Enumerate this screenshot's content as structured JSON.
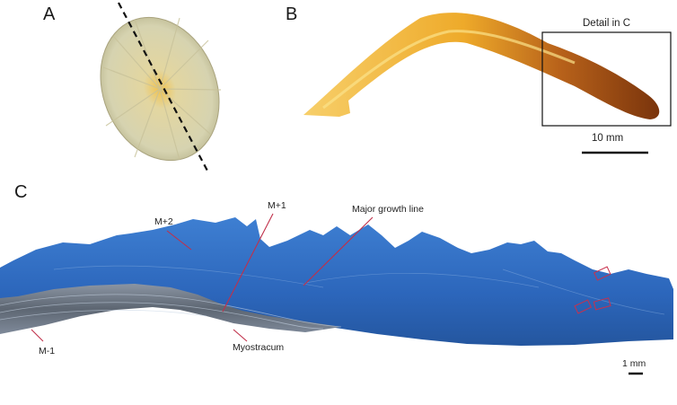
{
  "figure": {
    "panels": [
      {
        "id": "A",
        "label": "A",
        "description": "Limpet shell, top view, with dashed sectioning line"
      },
      {
        "id": "B",
        "label": "B",
        "description": "Shell cross-section",
        "box_label": "Detail in C",
        "scale_bar": "10 mm"
      },
      {
        "id": "C",
        "label": "C",
        "description": "Stained cross-section detail",
        "annotations": [
          "M+2",
          "M+1",
          "Major growth line",
          "M-1",
          "Myostracum"
        ],
        "scale_bar": "1 mm"
      }
    ]
  },
  "colors": {
    "shell_a": "#d9d3a8",
    "shell_b_light": "#f2b53a",
    "shell_b_dark": "#8a3e0c",
    "stain_blue": "#2f6fc4",
    "myostracum_grey": "#6a7482",
    "leader_line": "#c0304a"
  }
}
